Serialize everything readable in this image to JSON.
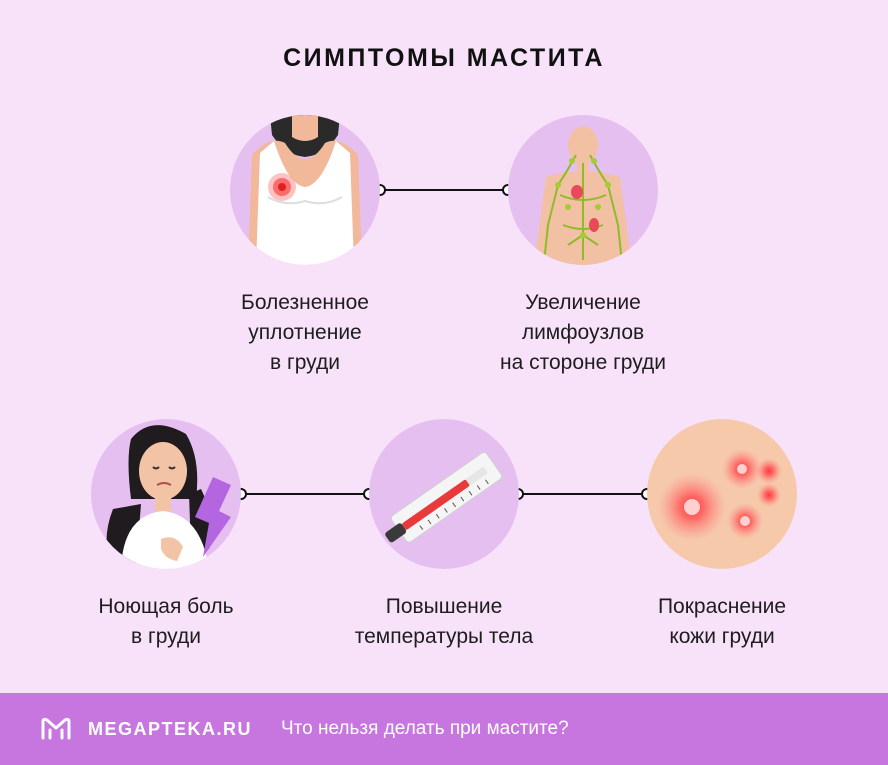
{
  "title": "СИМПТОМЫ МАСТИТА",
  "symptoms": [
    {
      "icon": "breast-lump-icon",
      "lines": [
        "Болезненное",
        "уплотнение",
        "в груди"
      ]
    },
    {
      "icon": "lymph-nodes-icon",
      "lines": [
        "Увеличение",
        "лимфоузлов",
        "на стороне груди"
      ]
    },
    {
      "icon": "aching-pain-icon",
      "lines": [
        "Ноющая боль",
        "в груди"
      ]
    },
    {
      "icon": "thermometer-icon",
      "lines": [
        "Повышение",
        "температуры тела"
      ]
    },
    {
      "icon": "skin-redness-icon",
      "lines": [
        "Покраснение",
        "кожи груди"
      ]
    }
  ],
  "footer": {
    "logo_icon": "megapteka-logo-icon",
    "site": "MEGAPTEKA.RU",
    "link": "Что нельзя делать при мастите?"
  },
  "colors": {
    "background": "#f8e2fa",
    "circle": "#e6bff1",
    "footer": "#c776e0",
    "accent_red": "#e83a3a",
    "purple_bolt": "#b466e0"
  }
}
